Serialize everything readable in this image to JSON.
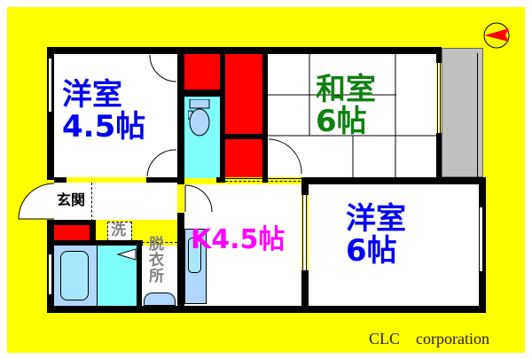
{
  "floorplan": {
    "background_color": "#ffff00",
    "rooms": [
      {
        "id": "western-room-1",
        "name": "洋室",
        "size": "4.5帖",
        "name_color": "#0000ee"
      },
      {
        "id": "japanese-room",
        "name": "和室",
        "size": "6帖",
        "name_color": "#108010"
      },
      {
        "id": "kitchen",
        "name": "K4.5帖",
        "name_color": "#ff00ff"
      },
      {
        "id": "western-room-2",
        "name": "洋室",
        "size": "6帖",
        "name_color": "#0000ee"
      },
      {
        "id": "entrance",
        "name": "玄関",
        "name_color": "#000000"
      },
      {
        "id": "washer",
        "name": "洗",
        "name_color": "#808080"
      },
      {
        "id": "dressing-room",
        "name": "脱衣所",
        "name_chars": [
          "脱",
          "衣",
          "所"
        ],
        "name_color": "#808080"
      }
    ],
    "compass": {
      "pointing": "west",
      "color": "#ff0000"
    },
    "colors": {
      "closet": "#ff0000",
      "wet_area": "#80ffff",
      "fixture": "#b0d8ff",
      "balcony": "#c0c0c0",
      "wall": "#000000"
    }
  },
  "footer": {
    "credit": "CLC　corporation"
  }
}
